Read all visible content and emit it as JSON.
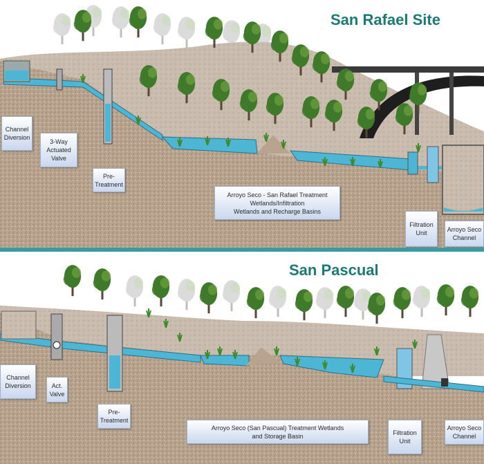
{
  "top_panel": {
    "title": "San Rafael Site",
    "labels": {
      "channel_diversion": [
        "Channel",
        "Diversion"
      ],
      "valve": [
        "3-Way",
        "Actuated",
        "Valve"
      ],
      "pretreatment": [
        "Pre-",
        "Treatment"
      ],
      "wetlands": [
        "Arroyo Seco - San Rafael Treatment",
        "Wetlands/Infiltration",
        "Wetlands and Recharge Basins"
      ],
      "filtration": [
        "Filtration",
        "Unit"
      ],
      "channel": [
        "Arroyo Seco",
        "Channel"
      ]
    }
  },
  "bottom_panel": {
    "title": "San Pascual",
    "labels": {
      "channel_diversion": [
        "Channel",
        "Diversion"
      ],
      "valve": [
        "Act.",
        "Valve"
      ],
      "pretreatment": [
        "Pre-",
        "Treatment"
      ],
      "wetlands": [
        "Arroyo Seco (San Pascual) Treatment Wetlands",
        "and Storage Basin"
      ],
      "filtration": [
        "Filtration",
        "Unit"
      ],
      "channel": [
        "Arroyo Seco",
        "Channel"
      ]
    }
  },
  "colors": {
    "border": "#3c9aa0",
    "title": "#1c7a76",
    "water": "#4db6d4",
    "ground": "#b8a48e",
    "hill": "#c9bcae"
  }
}
